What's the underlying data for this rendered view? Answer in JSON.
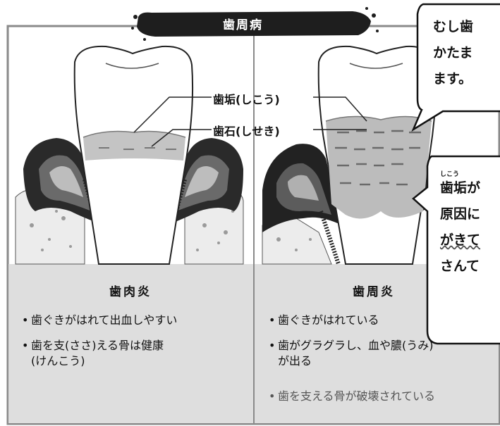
{
  "title": "歯周病",
  "labels": {
    "plaque": "歯垢(しこう)",
    "tartar": "歯石(しせき)"
  },
  "left_panel": {
    "heading": "歯肉炎",
    "bullets": [
      {
        "text": "歯ぐきがはれて出血しやすい"
      },
      {
        "line1": "歯を支(ささ)える骨は健康",
        "line2": "(けんこう)"
      }
    ]
  },
  "right_panel": {
    "heading": "歯周炎",
    "bullets": [
      {
        "text": "歯ぐきがはれている"
      },
      {
        "line1": "歯がグラグラし、血や膿(うみ)",
        "line2": "が出る"
      },
      {
        "text": "歯を支える骨が破壊されている"
      }
    ]
  },
  "bubble_top": {
    "lines": [
      "むし歯",
      "かたま",
      "ます。"
    ]
  },
  "bubble_mid": {
    "ruby": "しこう",
    "lines": [
      "歯垢が",
      "原因に",
      "がきて",
      "さんて"
    ]
  },
  "colors": {
    "panel_bg": "#dedede",
    "frame": "#888888",
    "banner": "#1e1e1e",
    "gum_dark": "#1a1a1a",
    "tartar": "#bdbdbd"
  }
}
